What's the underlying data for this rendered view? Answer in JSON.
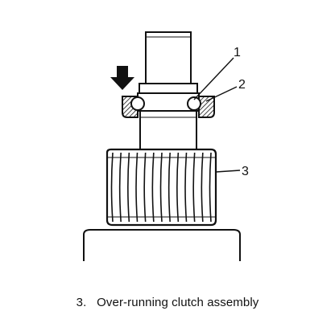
{
  "diagram": {
    "callouts": [
      {
        "id": "1"
      },
      {
        "id": "2"
      },
      {
        "id": "3"
      }
    ]
  },
  "caption": {
    "number": "3.",
    "text": "Over-running clutch assembly"
  },
  "colors": {
    "ink": "#111111",
    "background": "#ffffff"
  },
  "icons": {
    "press_direction": "down-arrow-icon"
  }
}
